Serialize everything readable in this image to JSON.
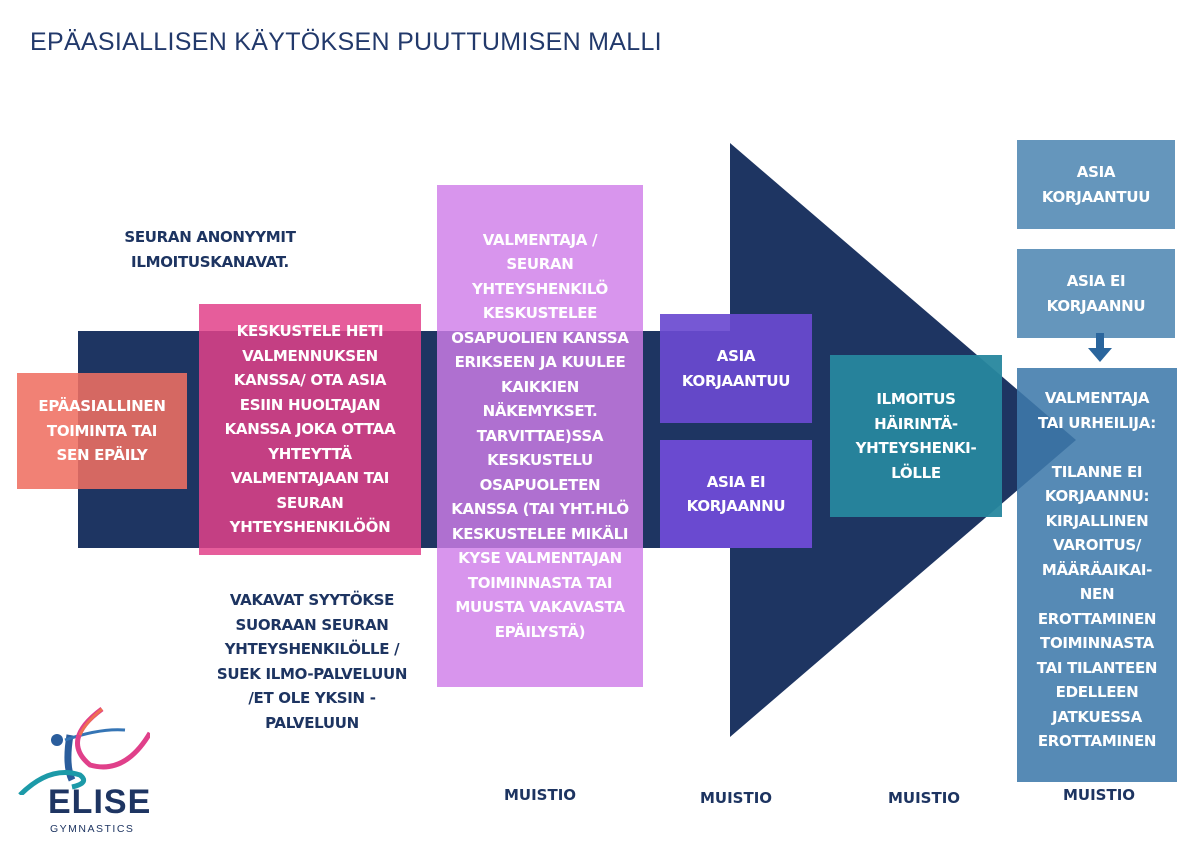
{
  "title": "EPÄASIALLISEN KÄYTÖKSEN PUUTTUMISEN MALLI",
  "anonymous_channels": "SEURAN ANONYYMIT\nILMOITUSKANAVAT.",
  "serious_accusations": "VAKAVAT SYYTÖKSE\nSUORAAN SEURAN\nYHTEYSHENKILÖLLE /\nSUEK ILMO-PALVELUUN\n/ET OLE YKSIN -\nPALVELUUN",
  "steps": {
    "inappropriate": "EPÄASIALLINEN\nTOIMINTA TAI\nSEN EPÄILY",
    "discuss": "KESKUSTELE  HETI\nVALMENNUKSEN\nKANSSA/ OTA ASIA\nESIIN HUOLTAJAN\nKANSSA JOKA OTTAA\nYHTEYTTÄ\nVALMENTAJAAN TAI\nSEURAN\nYHTEYSHENKILÖÖN",
    "coach": "VALMENTAJA /\nSEURAN\nYHTEYSHENKILÖ\nKESKUSTELEE\nOSAPUOLIEN KANSSA\nERIKSEEN JA KUULEE\nKAIKKIEN\nNÄKEMYKSET.\nTARVITTAE)SSA\nKESKUSTELU\nOSAPUOLETEN\nKANSSA (TAI YHT.HLÖ\nKESKUSTELEE MIKÄLI\nKYSE VALMENTAJAN\nTOIMINNASTA TAI\nMUUSTA VAKAVASTA\nEPÄILYSTÄ)",
    "resolved_1": "ASIA\nKORJAANTUU",
    "not_resolved_1": "ASIA EI\nKORJAANNU",
    "report": "ILMOITUS\nHÄIRINTÄ-\nYHTEYSHENKI-\nLÖLLE",
    "resolved_2": "ASIA\nKORJAANTUU",
    "not_resolved_2": "ASIA EI\nKORJAANNU",
    "final": "VALMENTAJA\nTAI URHEILIJA:\n\nTILANNE  EI\nKORJAANNU:\nKIRJALLINEN\nVAROITUS/\nMÄÄRÄAIKAI-\nNEN\nEROTTAMINEN\nTOIMINNASTA\nTAI TILANTEEN\nEDELLEEN\nJATKUESSA\nEROTTAMINEN"
  },
  "muistio": [
    "MUISTIO",
    "MUISTIO",
    "MUISTIO",
    "MUISTIO"
  ],
  "logo": {
    "name": "ELISE",
    "sub": "GYMNASTICS"
  },
  "colors": {
    "navy": "#1e3562",
    "salmon": "#ef6f62",
    "pink": "#e2418a",
    "lilac": "#cf7ee9",
    "purple": "#6a4ad0",
    "teal": "#27879e",
    "steel": "#6596bc",
    "steel_dark": "#3f7aab"
  }
}
